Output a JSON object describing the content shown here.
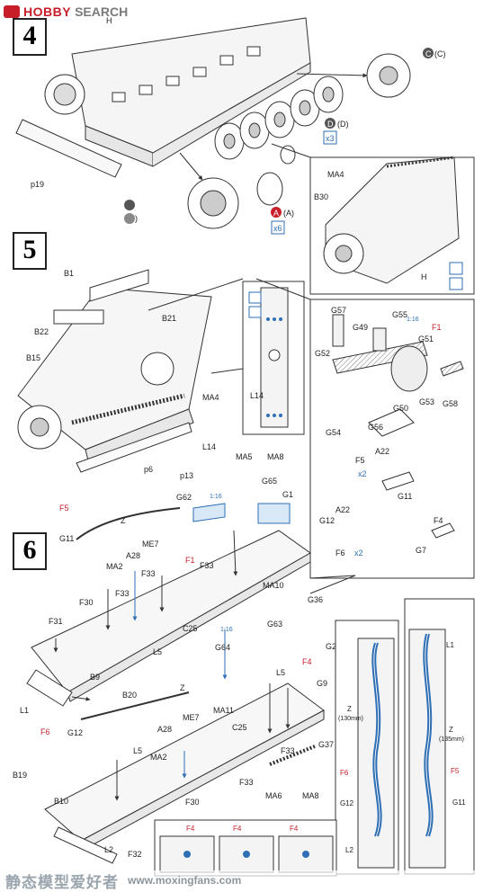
{
  "header": {
    "brand_red": "HOBBY",
    "brand_grey": "SEARCH"
  },
  "colors": {
    "blue": "#2e6fb5",
    "light_blue": "#d8e8f6",
    "line": "#333333",
    "brand_red": "#c81e2a"
  },
  "steps": [
    "4",
    "5",
    "6"
  ],
  "step4": {
    "labels": [
      "H",
      "p19",
      "C",
      "(C)",
      "D",
      "(D)",
      "x3",
      "A",
      "(A)",
      "x6",
      "B",
      "(B)"
    ],
    "inset_labels": [
      "MA4",
      "B30",
      "H"
    ]
  },
  "step5": {
    "labels": [
      "B1",
      "B21",
      "B22",
      "B15",
      "MA4",
      "L14",
      "p6",
      "p13",
      "MA5",
      "MA8"
    ],
    "panel_label": "L14",
    "subassembly": {
      "labels": [
        "G57",
        "G55",
        "G49",
        "G51",
        "G52",
        "G50",
        "G53",
        "G58",
        "G54",
        "G56",
        "F1",
        "F5",
        "x2",
        "A22",
        "G11",
        "A22",
        "G12",
        "F4",
        "F6",
        "x2",
        "G7"
      ],
      "scale_label": "1:16"
    }
  },
  "step6": {
    "labels": [
      "G62",
      "G65",
      "G1",
      "Z",
      "G11",
      "F5",
      "A28",
      "MA2",
      "ME7",
      "F33",
      "F33",
      "F33",
      "F1",
      "MA10",
      "F30",
      "C25",
      "F31",
      "L5",
      "B9",
      "L1",
      "B20",
      "G36",
      "1:16"
    ],
    "labels_lower": [
      "G63",
      "1:16",
      "G64",
      "G2",
      "F4",
      "L5",
      "G9",
      "Z",
      "ME7",
      "MA11",
      "F6",
      "G12",
      "A28",
      "C25",
      "MA2",
      "L5",
      "F33",
      "F33",
      "F30",
      "G37",
      "MA6",
      "MA8",
      "B19",
      "B10",
      "F32",
      "L2"
    ],
    "side_panel1": {
      "labels": [
        "Z",
        "(130mm)",
        "F6",
        "G12",
        "L2"
      ]
    },
    "side_panel2": {
      "labels": [
        "L1",
        "Z",
        "(135mm)",
        "F5",
        "G11"
      ]
    },
    "bottom_labels": [
      "F4",
      "F4",
      "F4"
    ]
  },
  "footer": {
    "watermark_cn": "静态模型爱好者",
    "watermark_url": "www.moxingfans.com"
  }
}
